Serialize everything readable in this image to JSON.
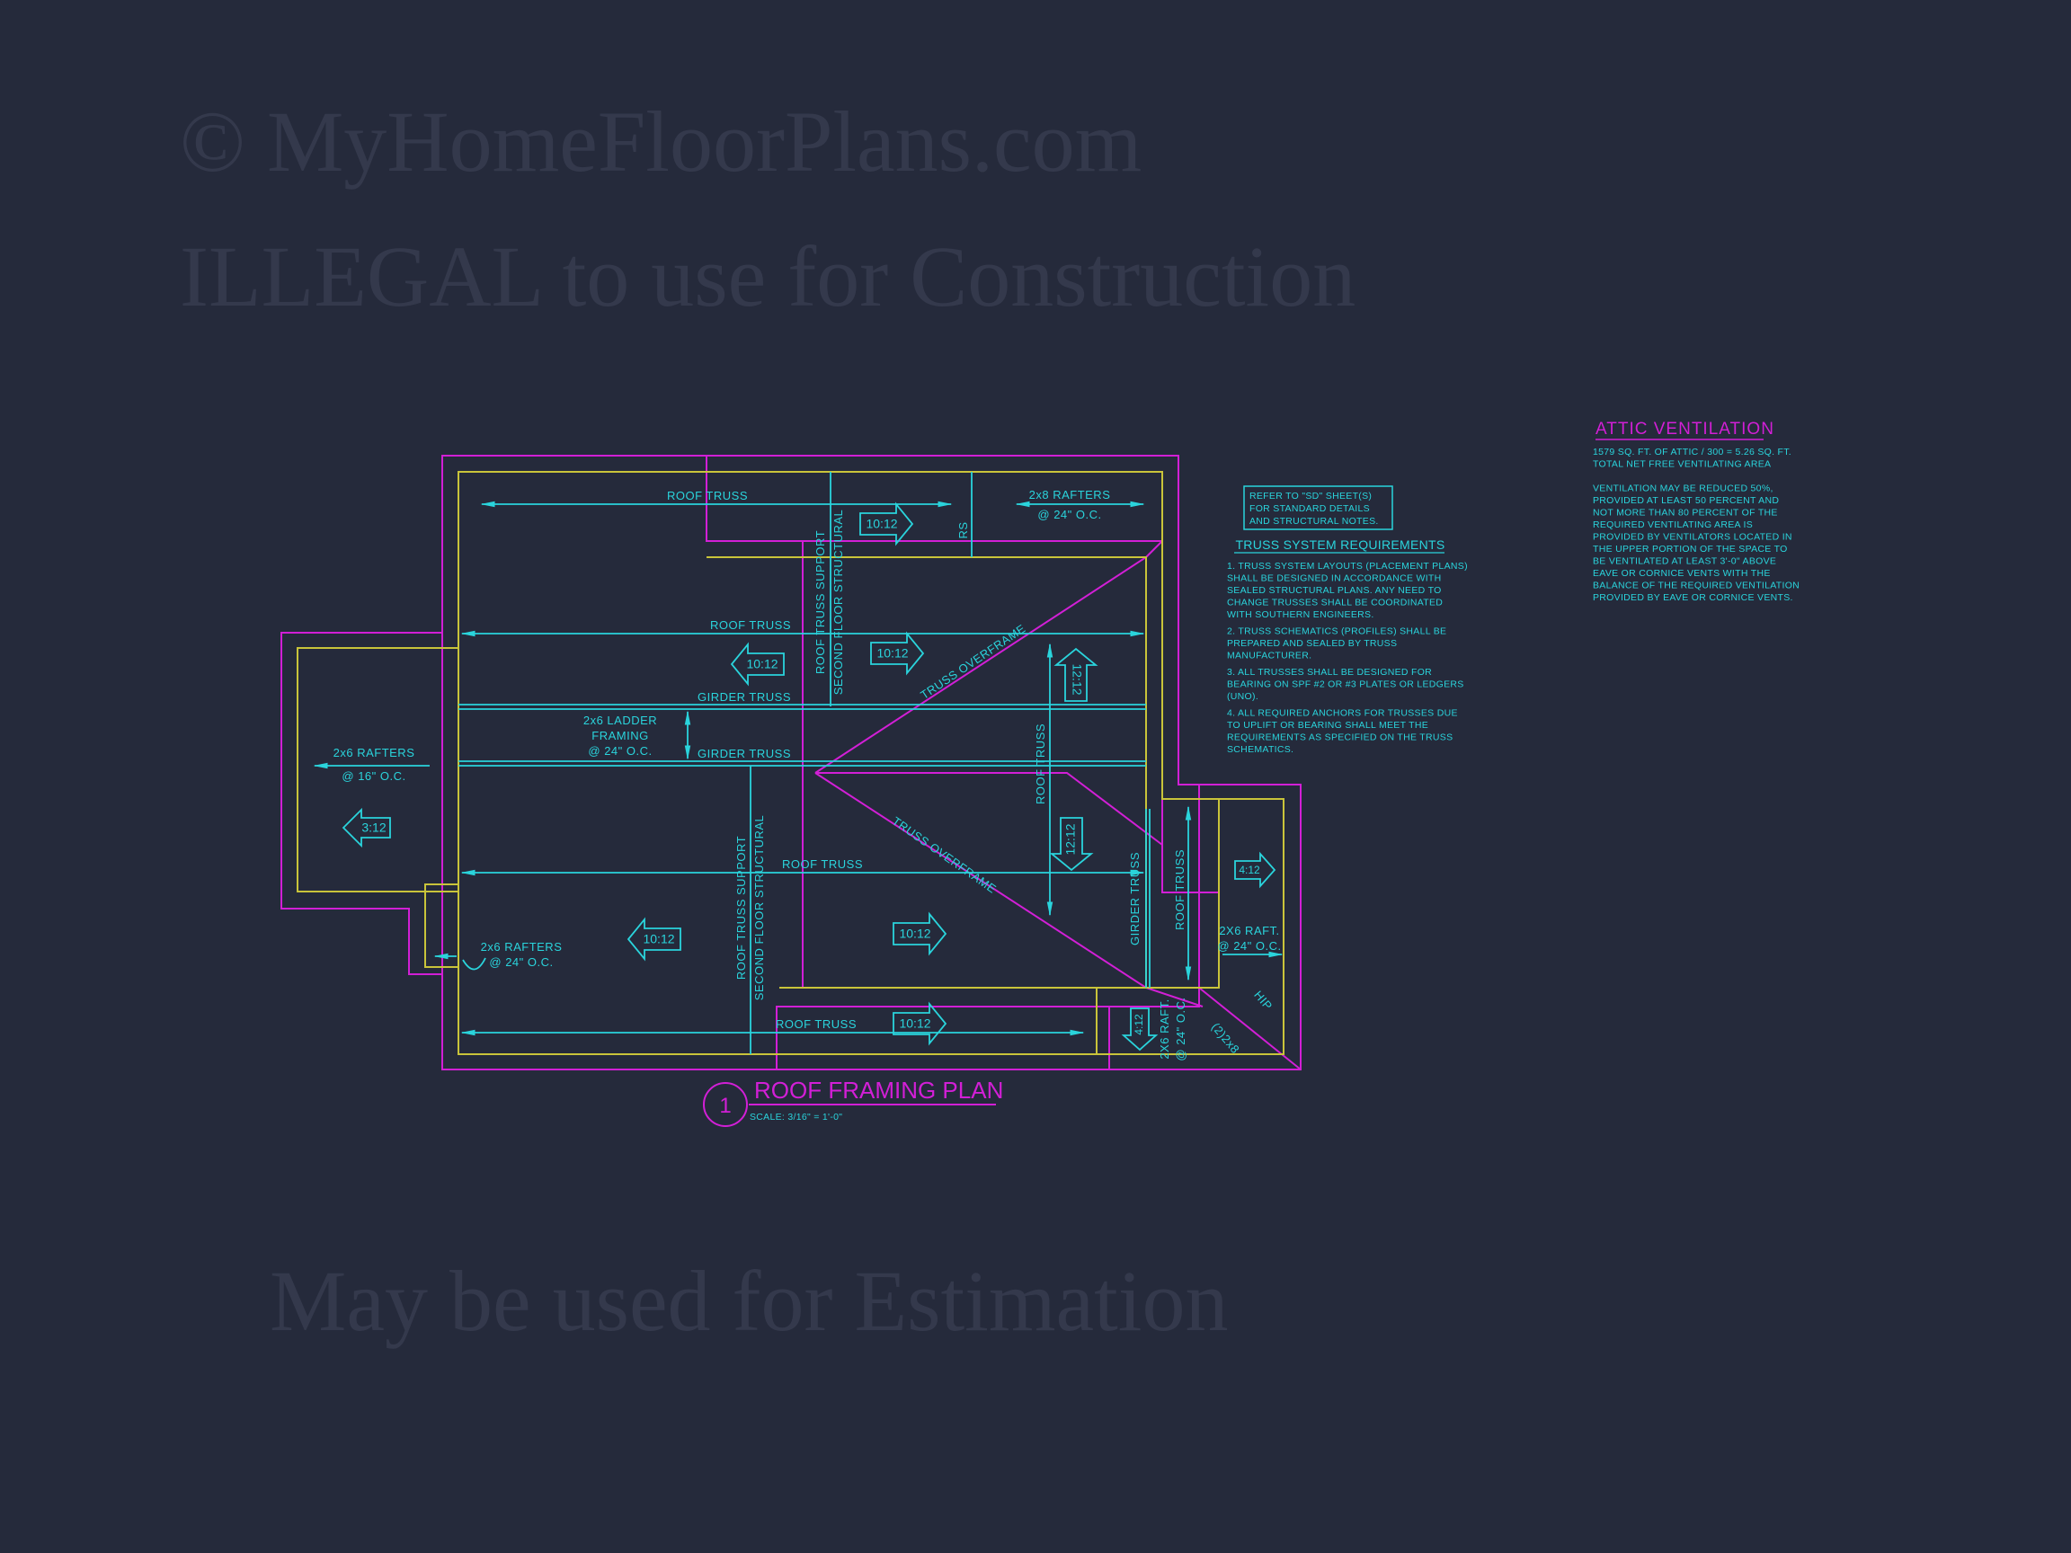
{
  "colors": {
    "background": "#252a3b",
    "wall": "#d21fd6",
    "plate": "#c9c43a",
    "annotation": "#2ad4dc"
  },
  "title": {
    "number": "1",
    "text": "ROOF FRAMING PLAN",
    "scale": "SCALE: 3/16\" = 1'-0\""
  },
  "plan_labels": {
    "roof_truss": "ROOF  TRUSS",
    "rafters_2x8": "2x8 RAFTERS",
    "oc_24": "@ 24\" O.C.",
    "rs": "RS",
    "girder_truss": "GIRDER TRUSS",
    "ladder_1": "2x6 LADDER",
    "ladder_2": "FRAMING",
    "ladder_3": "@ 24\" O.C.",
    "truss_support_1": "ROOF TRUSS SUPPORT",
    "truss_support_2": "SECOND FLOOR STRUCTURAL",
    "truss_overframe": "TRUSS OVERFRAME",
    "rafters_2x6": "2x6 RAFTERS",
    "oc_16": "@ 16\" O.C.",
    "raft_2x6": "2X6 RAFT.",
    "hip_1": "HIP",
    "hip_2": "(2)2x8"
  },
  "pitches": {
    "p10": "10:12",
    "p12": "12:12",
    "p3": "3:12",
    "p4": "4:12"
  },
  "notes_box": [
    "REFER TO \"SD\" SHEET(S)",
    "FOR STANDARD DETAILS",
    "AND STRUCTURAL NOTES."
  ],
  "truss_requirements": {
    "heading": "TRUSS SYSTEM REQUIREMENTS",
    "lines": [
      "1. TRUSS SYSTEM LAYOUTS (PLACEMENT PLANS)",
      "SHALL BE DESIGNED IN ACCORDANCE WITH",
      "SEALED STRUCTURAL PLANS. ANY NEED TO",
      "CHANGE TRUSSES SHALL BE COORDINATED",
      "WITH SOUTHERN ENGINEERS.",
      "2. TRUSS SCHEMATICS (PROFILES) SHALL BE",
      "PREPARED AND SEALED BY TRUSS",
      "MANUFACTURER.",
      "3. ALL TRUSSES SHALL BE DESIGNED FOR",
      "BEARING ON SPF #2 OR #3 PLATES OR LEDGERS",
      "(UNO).",
      "4. ALL REQUIRED ANCHORS FOR TRUSSES DUE",
      "TO UPLIFT OR BEARING SHALL MEET THE",
      "REQUIREMENTS AS SPECIFIED ON THE TRUSS",
      "SCHEMATICS."
    ]
  },
  "attic_ventilation": {
    "heading": "ATTIC VENTILATION",
    "lines": [
      "1579  SQ. FT. OF ATTIC / 300 = 5.26  SQ. FT.",
      "TOTAL NET FREE VENTILATING AREA",
      "",
      "VENTILATION MAY BE REDUCED 50%,",
      "PROVIDED AT LEAST 50 PERCENT AND",
      "NOT MORE THAN 80 PERCENT OF THE",
      "REQUIRED VENTILATING AREA IS",
      "PROVIDED BY VENTILATORS LOCATED IN",
      "THE UPPER PORTION OF THE SPACE TO",
      "BE VENTILATED AT LEAST 3'-0\" ABOVE",
      "EAVE OR CORNICE VENTS WITH THE",
      "BALANCE OF THE REQUIRED VENTILATION",
      "PROVIDED BY EAVE OR CORNICE VENTS."
    ]
  },
  "watermarks": [
    "© MyHomeFloorPlans.com",
    "ILLEGAL to use for Construction",
    "May be used for Estimation"
  ]
}
